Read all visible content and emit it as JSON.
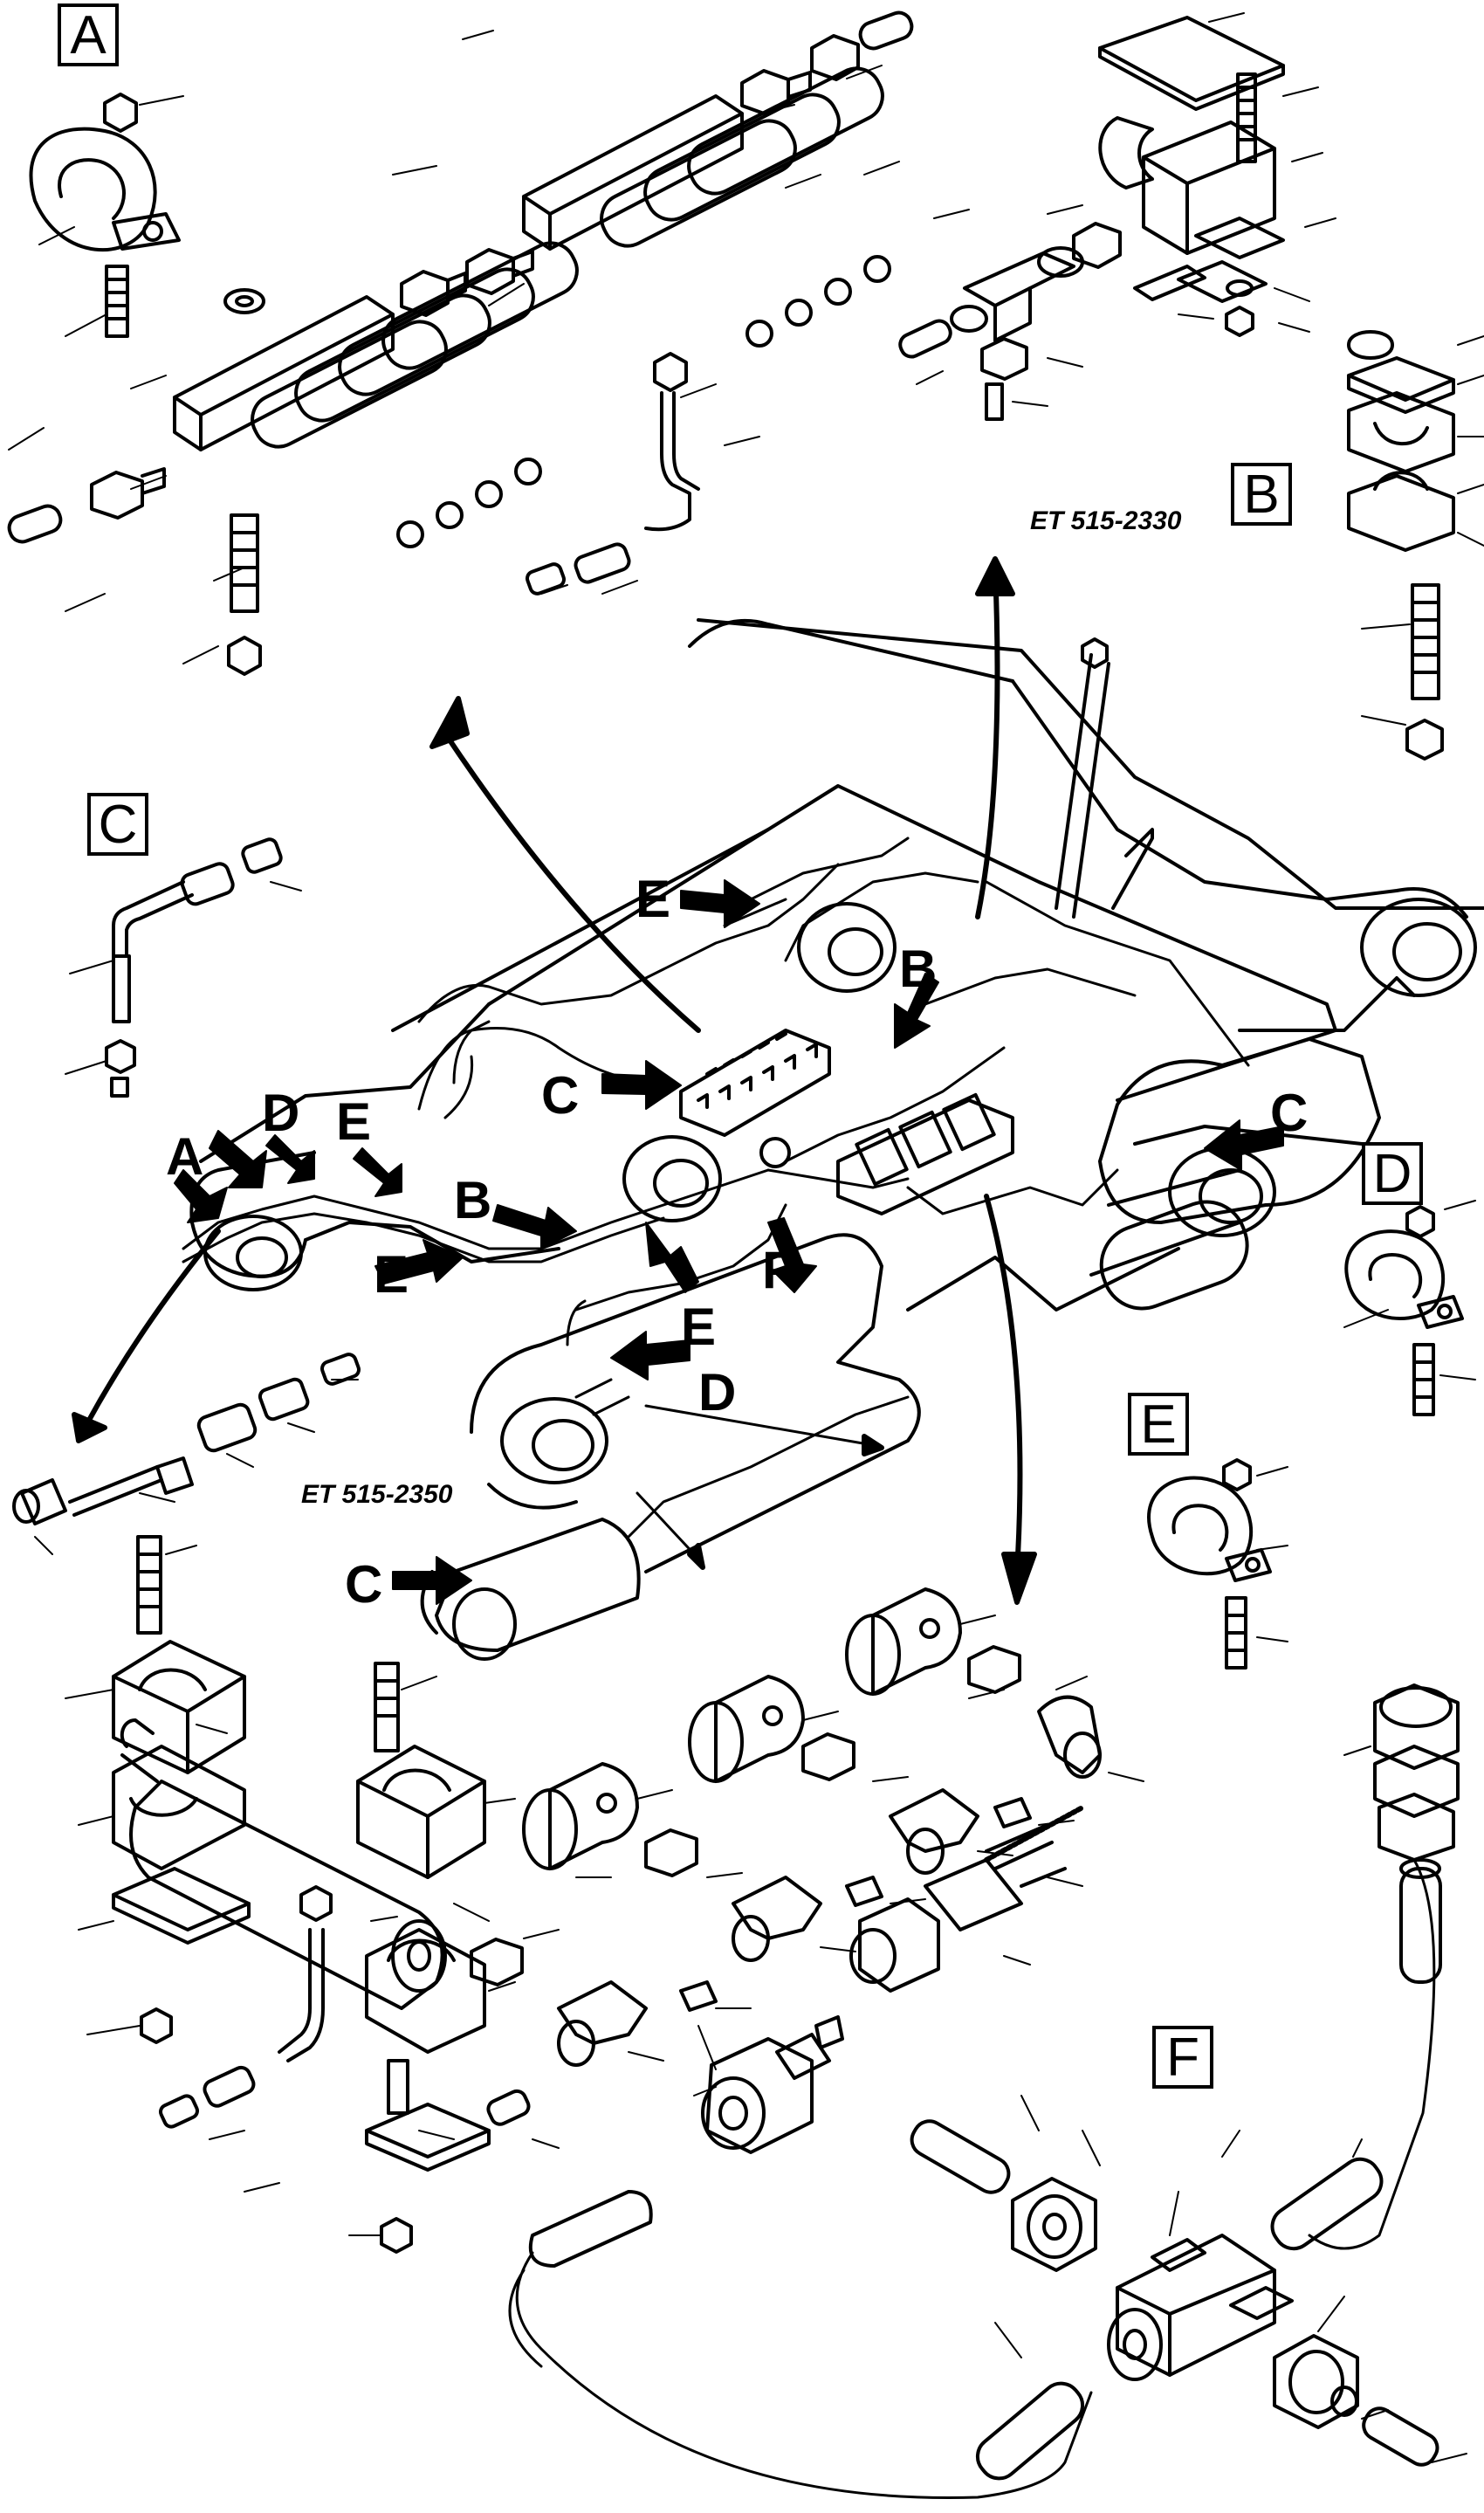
{
  "detail_labels": {
    "A": "A",
    "B": "B",
    "C": "C",
    "D": "D",
    "E": "E",
    "F": "F"
  },
  "references": {
    "top": "ET 515-2330",
    "bottom": "ET 515-2350"
  },
  "callouts": {
    "a1": "A",
    "b1": "B",
    "b2": "B",
    "c1": "C",
    "c2": "C",
    "c3": "C",
    "d1": "D",
    "d2": "D",
    "e1": "E",
    "e2": "E",
    "e3": "E",
    "e4": "E",
    "f1": "F"
  }
}
